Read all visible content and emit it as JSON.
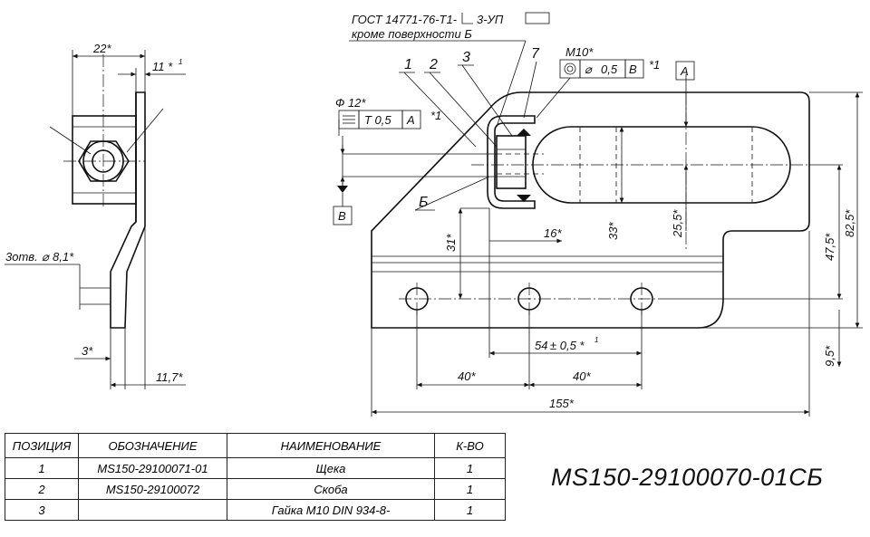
{
  "title_block": {
    "document_number": "MS150-29100070-01СБ"
  },
  "notes": {
    "gost_note": "ГОСТ 14771-76-Т1-",
    "weld_symbol": "3-УП",
    "gost_note_2": "кроме поверхности Б"
  },
  "position_labels": [
    "1",
    "2",
    "3",
    "7"
  ],
  "surface_label": "Б",
  "datum_labels": {
    "a": "А",
    "b": "В"
  },
  "tolerance_frames": {
    "thread_tol": {
      "size": "М10*",
      "value": "0,5",
      "datum": "В",
      "note": "*1",
      "symbol": "ф"
    },
    "sym_tol": {
      "size": "Ф 12*",
      "value": "Т 0,5",
      "datum": "А",
      "note": "*1"
    }
  },
  "side_view_dims": {
    "d22": "22*",
    "d11": "11 *",
    "d11_sup": "1",
    "hole_note": "3отв.",
    "hole_dia": "8,1*",
    "d3": "3*",
    "d11_7": "11,7*"
  },
  "front_view_dims": {
    "d31": "31*",
    "d16": "16*",
    "d33": "33*",
    "d25_5": "25,5*",
    "d47_5": "47,5*",
    "d82_5": "82,5*",
    "d9_5": "9,5*",
    "d54": "54",
    "d54_tol": "± 0,5 *",
    "d54_sup": "1",
    "d40_left": "40*",
    "d40_right": "40*",
    "d155": "155*"
  },
  "bom": {
    "headers": [
      "ПОЗИЦИЯ",
      "ОБОЗНАЧЕНИЕ",
      "НАИМЕНОВАНИЕ",
      "К-ВО"
    ],
    "rows": [
      {
        "pos": "1",
        "designation": "MS150-29100071-01",
        "name": "Щека",
        "qty": "1"
      },
      {
        "pos": "2",
        "designation": "MS150-29100072",
        "name": "Скоба",
        "qty": "1"
      },
      {
        "pos": "3",
        "designation": "",
        "name": "Гайка М10 DIN 934-8-",
        "qty": "1"
      }
    ]
  }
}
